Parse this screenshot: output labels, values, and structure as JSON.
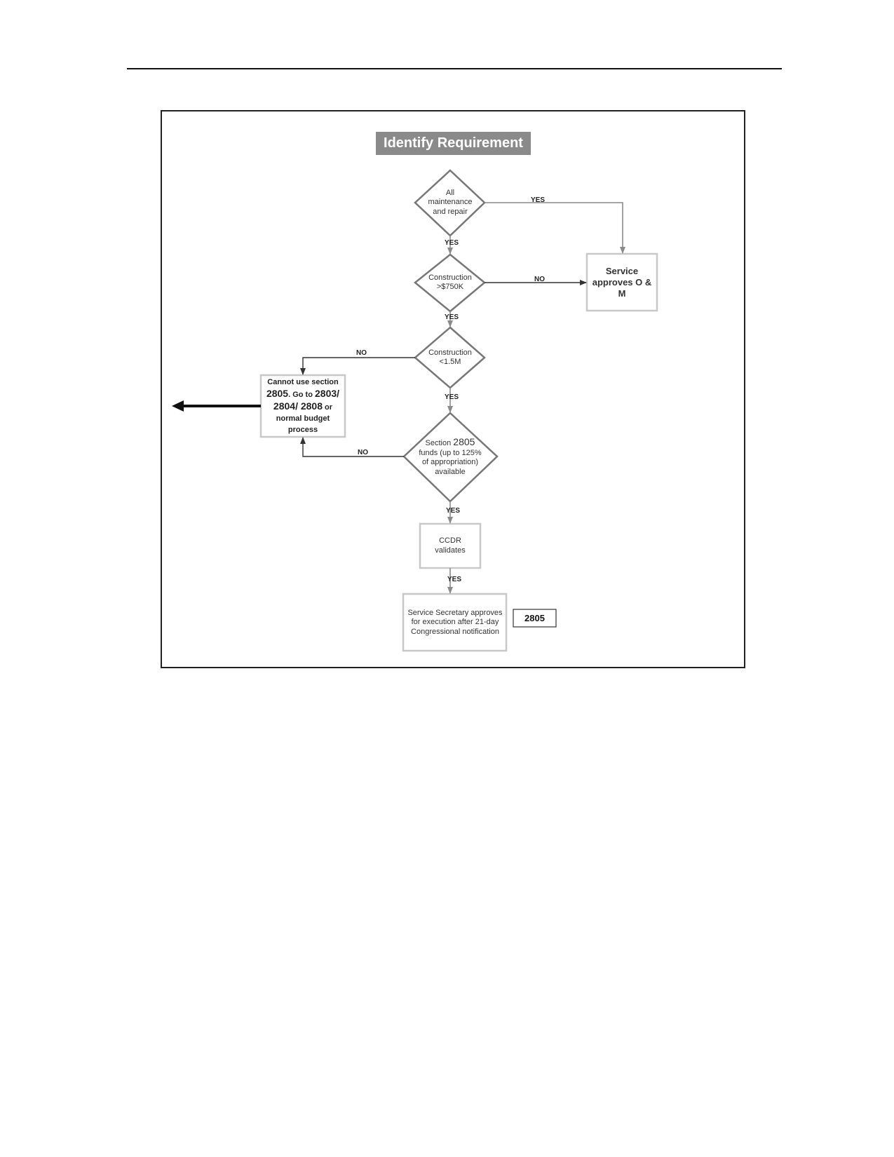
{
  "title": "Identify Requirement",
  "nodes": {
    "d1": "All maintenance and repair",
    "d2": "Construction >$750K",
    "d3": "Construction <1.5M",
    "d4": {
      "prefix": "Section ",
      "num": "2805",
      "rest": "funds (up to 125% of appropriation) available"
    },
    "service_approves": "Service approves O & M",
    "cannot_use": {
      "t1": "Cannot use section ",
      "n1": "2805",
      "t2": ". Go to ",
      "n2": "2803/ 2804/ 2808",
      "t3": " or normal budget process"
    },
    "ccdr": "CCDR validates",
    "secretary": "Service Secretary approves for execution after 21-day Congressional notification",
    "tag": "2805"
  },
  "edges": {
    "yes": "YES",
    "no": "NO"
  }
}
